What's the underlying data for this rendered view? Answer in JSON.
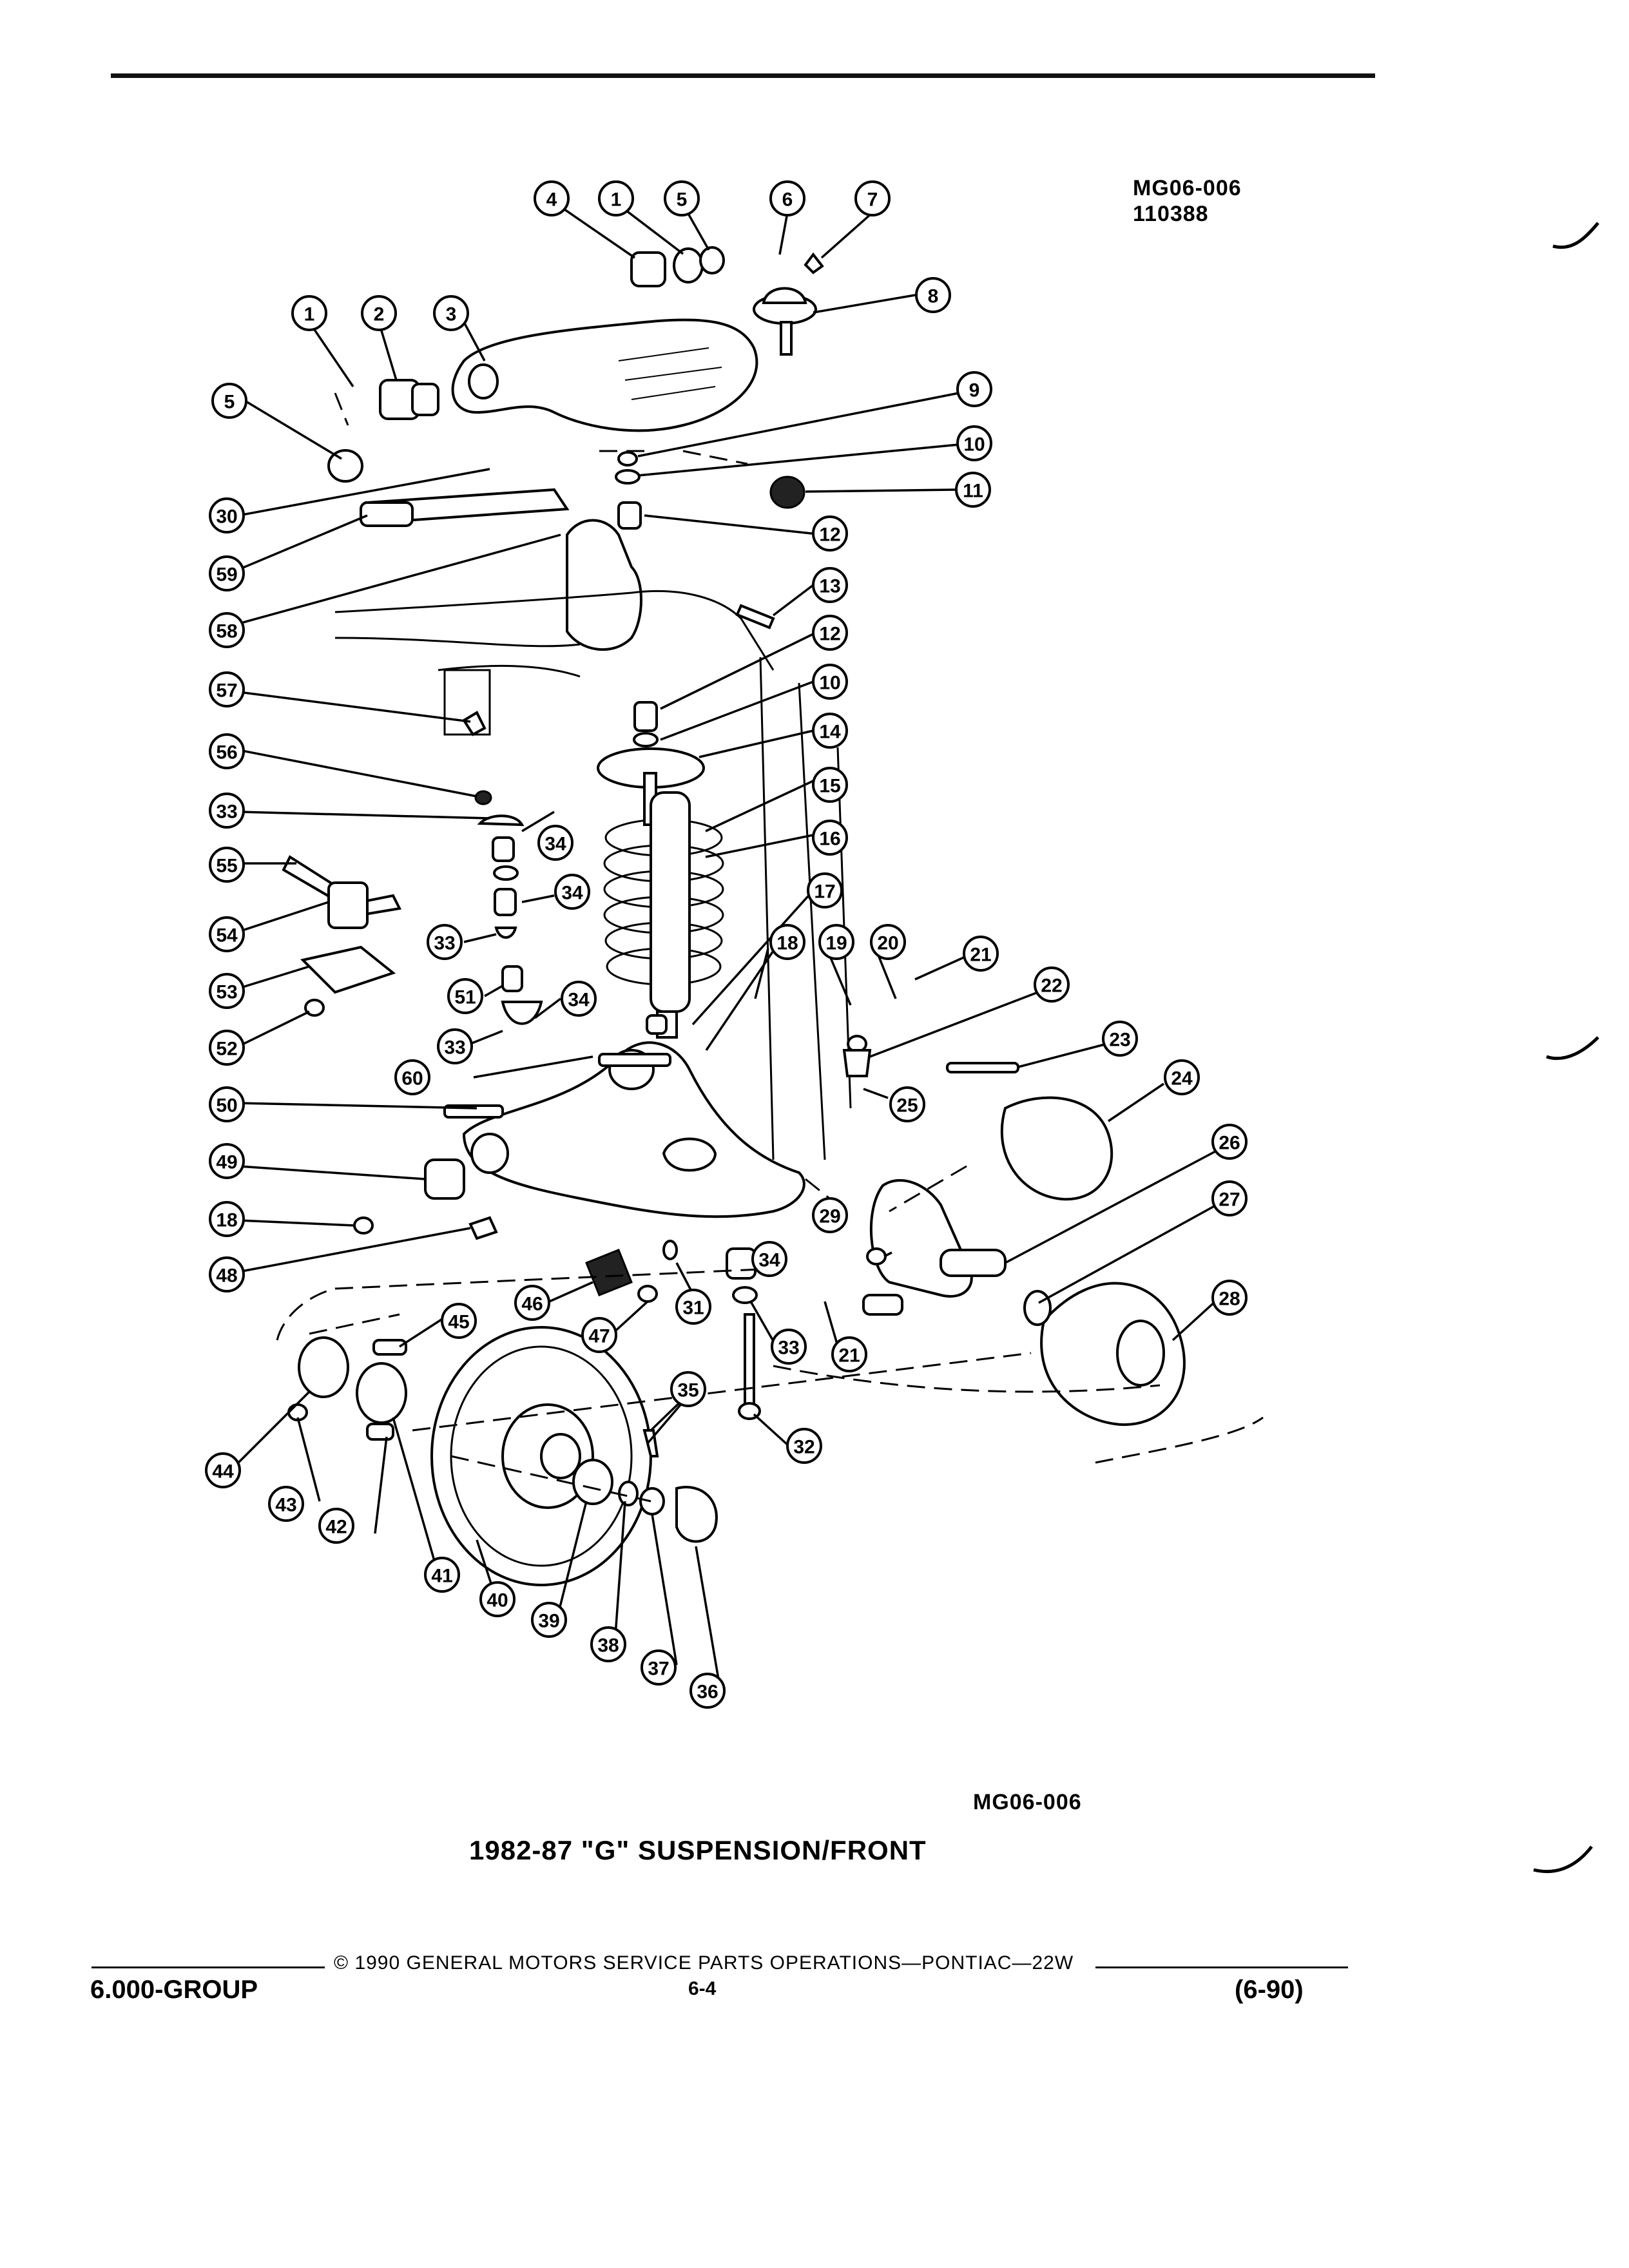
{
  "header": {
    "code_top": "MG06-006",
    "code_top_date": "110388"
  },
  "caption": {
    "code": "MG06-006",
    "title": "1982-87 \"G\" SUSPENSION/FRONT"
  },
  "footer": {
    "copyright": "© 1990 GENERAL MOTORS SERVICE PARTS OPERATIONS—PONTIAC—22W",
    "group": "6.000-GROUP",
    "page": "6-4",
    "date": "(6-90)"
  },
  "callouts": [
    "1",
    "2",
    "3",
    "4",
    "5",
    "6",
    "7",
    "8",
    "9",
    "10",
    "11",
    "12",
    "13",
    "14",
    "15",
    "16",
    "17",
    "18",
    "19",
    "20",
    "21",
    "22",
    "23",
    "24",
    "25",
    "26",
    "27",
    "28",
    "29",
    "30",
    "31",
    "32",
    "33",
    "34",
    "35",
    "36",
    "37",
    "38",
    "39",
    "40",
    "41",
    "42",
    "43",
    "44",
    "45",
    "46",
    "47",
    "48",
    "49",
    "50",
    "51",
    "52",
    "53",
    "54",
    "55",
    "56",
    "57",
    "58",
    "59",
    "60"
  ]
}
